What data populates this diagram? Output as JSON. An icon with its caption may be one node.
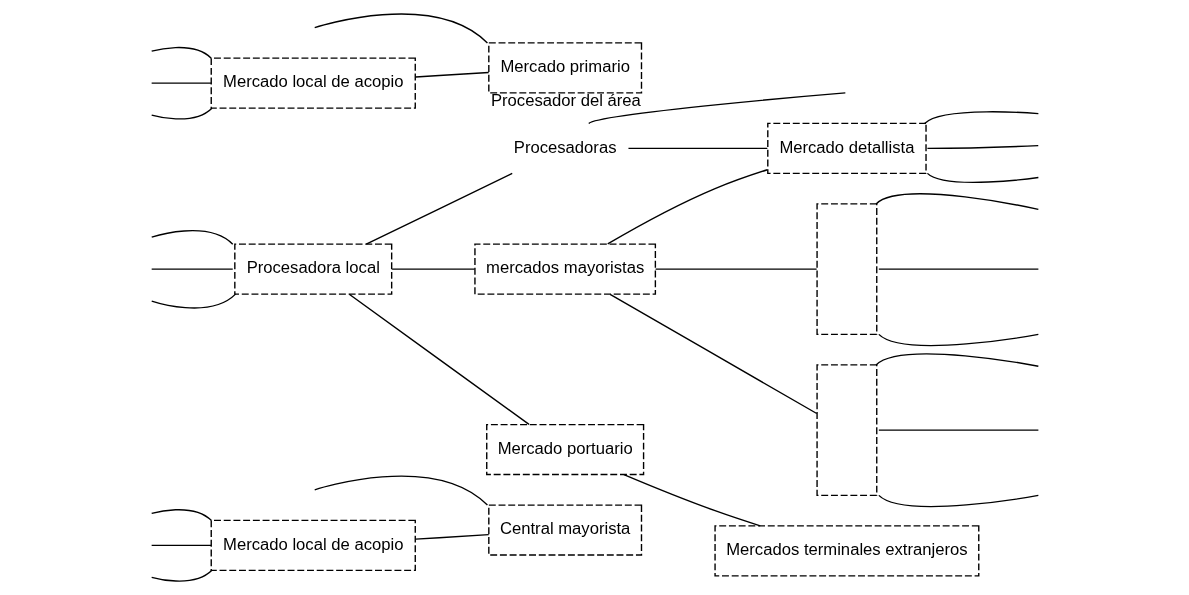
{
  "diagram": {
    "nodes": [
      {
        "text": [
          "Mercado local de acopio"
        ]
      },
      {
        "text": [
          "Central mayorista"
        ]
      },
      {
        "text": [
          "Procesadora local"
        ]
      },
      {
        "text": [
          "Mercado primario"
        ],
        "beside": [
          "Procesador del área"
        ]
      },
      {
        "text": [
          "Mercado local de acopio"
        ]
      },
      {
        "text": [
          "Procesadoras"
        ]
      },
      {
        "text": [
          "mercados mayoristas"
        ]
      },
      {
        "text": [
          "Mercado detallista"
        ]
      },
      {
        "text": [],
        "shape": "box"
      },
      {
        "text": [],
        "shape": "box"
      },
      {
        "text": [
          "Mercado portuario"
        ]
      },
      {
        "text": [
          "Mercados terminales extranjeros"
        ]
      }
    ],
    "edges": [
      {
        "from": null,
        "to": 0,
        "arrow": "none"
      },
      {
        "from": null,
        "to": 0,
        "arrow": "none"
      },
      {
        "from": null,
        "to": 0,
        "arrow": "none"
      },
      {
        "from": 0,
        "to": 1,
        "arrow": "none"
      },
      {
        "from": null,
        "to": 1,
        "arrow": "none"
      },
      {
        "from": null,
        "to": 2,
        "arrow": "none"
      },
      {
        "from": null,
        "to": 2,
        "arrow": "none"
      },
      {
        "from": null,
        "to": 2,
        "arrow": "none"
      },
      {
        "from": null,
        "to": 4,
        "arrow": "none"
      },
      {
        "from": null,
        "to": 4,
        "arrow": "none"
      },
      {
        "from": null,
        "to": 4,
        "arrow": "none"
      },
      {
        "from": 4,
        "to": 3,
        "arrow": "none"
      },
      {
        "from": null,
        "to": 3,
        "arrow": "none"
      },
      {
        "from": 2,
        "to": 5,
        "arrow": "none"
      },
      {
        "from": 2,
        "to": 6,
        "arrow": "none"
      },
      {
        "from": 2,
        "to": 10,
        "arrow": "none"
      },
      {
        "from": 5,
        "to": null,
        "arrow": "none"
      },
      {
        "from": 5,
        "to": 7,
        "arrow": "none"
      },
      {
        "from": 6,
        "to": 7,
        "arrow": "none"
      },
      {
        "from": 6,
        "to": 8,
        "arrow": "none"
      },
      {
        "from": 6,
        "to": 9,
        "arrow": "none"
      },
      {
        "from": 10,
        "to": 11,
        "arrow": "none"
      },
      {
        "from": 7,
        "to": null,
        "arrow": "none"
      },
      {
        "from": 7,
        "to": null,
        "arrow": "none"
      },
      {
        "from": 7,
        "to": null,
        "arrow": "none"
      },
      {
        "from": 8,
        "to": null,
        "arrow": "none"
      },
      {
        "from": 8,
        "to": null,
        "arrow": "none"
      },
      {
        "from": 8,
        "to": null,
        "arrow": "none"
      },
      {
        "from": 9,
        "to": null,
        "arrow": "none"
      },
      {
        "from": 9,
        "to": null,
        "arrow": "none"
      },
      {
        "from": 9,
        "to": null,
        "arrow": "none"
      }
    ]
  }
}
